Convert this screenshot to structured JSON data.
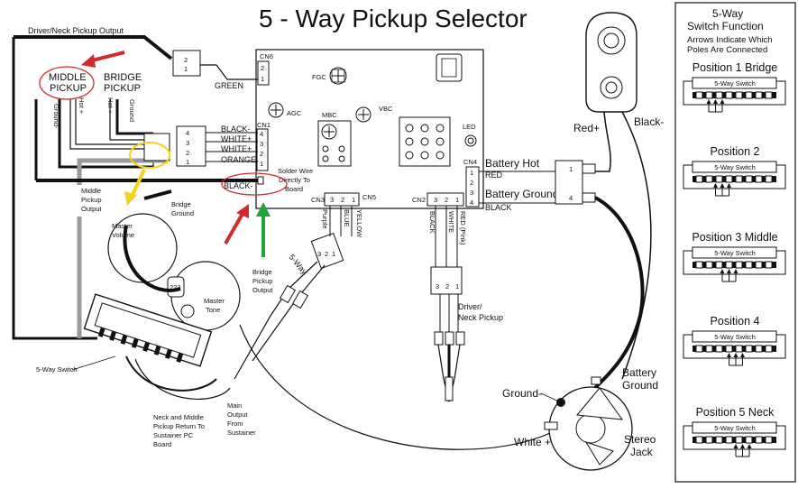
{
  "title": "5 - Way Pickup Selector",
  "labels": {
    "driver_neck_output": "Driver/Neck Pickup Output",
    "middle_pickup_1": "MIDDLE",
    "middle_pickup_2": "PICKUP",
    "bridge_pickup_1": "BRIDGE",
    "bridge_pickup_2": "PICKUP",
    "ground_minus": "Ground-",
    "hot_plus": "Hot +",
    "ground": "Ground",
    "green": "GREEN",
    "cn6": "CN6",
    "cn1": "CN1",
    "cn3": "CN3",
    "cn5": "CN5",
    "cn2": "CN2",
    "cn4": "CN4",
    "fgc": "FGC",
    "agc": "AGC",
    "mbc": "MBC",
    "vbc": "VBC",
    "led": "LED",
    "black_minus_1": "BLACK-",
    "white_plus_1": "WHITE+",
    "white_plus_2": "WHITE+",
    "orange": "ORANGE",
    "black_minus_2": "BLACK-",
    "solder_1": "Solder Wire",
    "solder_2": "Directly To",
    "solder_3": "Board",
    "battery_hot": "Battery Hot",
    "red": "RED",
    "battery_ground": "Battery Ground",
    "black": "BLACK",
    "red_plus": "Red+",
    "black_minus_batt": "Black-",
    "purple": "Purple",
    "blue": "BLUE",
    "yellow": "YELLOW",
    "black_cn2": "BLACK",
    "white_cn2": "WHITE",
    "red_pink": "RED (Pink)",
    "five_way": "5-Way",
    "driver_neck_pickup_1": "Driver/",
    "driver_neck_pickup_2": "Neck Pickup",
    "middle_pickup_output_1": "Middle",
    "middle_pickup_output_2": "Pickup",
    "middle_pickup_output_3": "Output",
    "bridge_ground_1": "Bridge",
    "bridge_ground_2": "Ground",
    "master_volume_1": "Master",
    "master_volume_2": "Volume",
    "master_tone_1": "Master",
    "master_tone_2": "Tone",
    "bridge_pickup_output_1": "Bridge",
    "bridge_pickup_output_2": "Pickup",
    "bridge_pickup_output_3": "Output",
    "five_way_switch": "5-Way Switch",
    "neck_middle_return_1": "Neck and Middle",
    "neck_middle_return_2": "Pickup Return To",
    "neck_middle_return_3": "Sustainer PC",
    "neck_middle_return_4": "Board",
    "main_output_1": "Main",
    "main_output_2": "Output",
    "main_output_3": "From",
    "main_output_4": "Sustainer",
    "ground_minus_jack": "Ground-",
    "white_plus_jack": "White +",
    "battery_ground_jack_1": "Battery",
    "battery_ground_jack_2": "Ground",
    "stereo_jack_1": "Stereo",
    "stereo_jack_2": "Jack",
    "cap_value": "223"
  },
  "pins": {
    "cn1": [
      "4",
      "3",
      "2",
      "1"
    ],
    "cn6": [
      "2",
      "1"
    ],
    "cn3": [
      "3",
      "2",
      "1"
    ],
    "cn2": [
      "3",
      "2",
      "1"
    ],
    "cn4": [
      "1",
      "2",
      "3",
      "4"
    ],
    "plug_cn4": [
      "1",
      "4"
    ],
    "plug_driver": [
      "3",
      "2",
      "1"
    ],
    "plug_fiveway": [
      "3",
      "2",
      "1"
    ],
    "plug_top": [
      "2",
      "1"
    ]
  },
  "side_panel": {
    "title_1": "5-Way",
    "title_2": "Switch Function",
    "subtitle_1": "Arrows Indicate Which",
    "subtitle_2": "Poles Are Connected",
    "switch_label": "5-Way Switch",
    "positions": [
      {
        "label": "Position 1 Bridge"
      },
      {
        "label": "Position 2"
      },
      {
        "label": "Position 3 Middle"
      },
      {
        "label": "Position 4"
      },
      {
        "label": "Position 5 Neck"
      }
    ]
  },
  "colors": {
    "annotation_red": "#d42a2a",
    "annotation_green": "#22a33a",
    "annotation_yellow": "#f2d21b",
    "wire_gray": "#9a9a9a",
    "wire_black": "#111111"
  }
}
